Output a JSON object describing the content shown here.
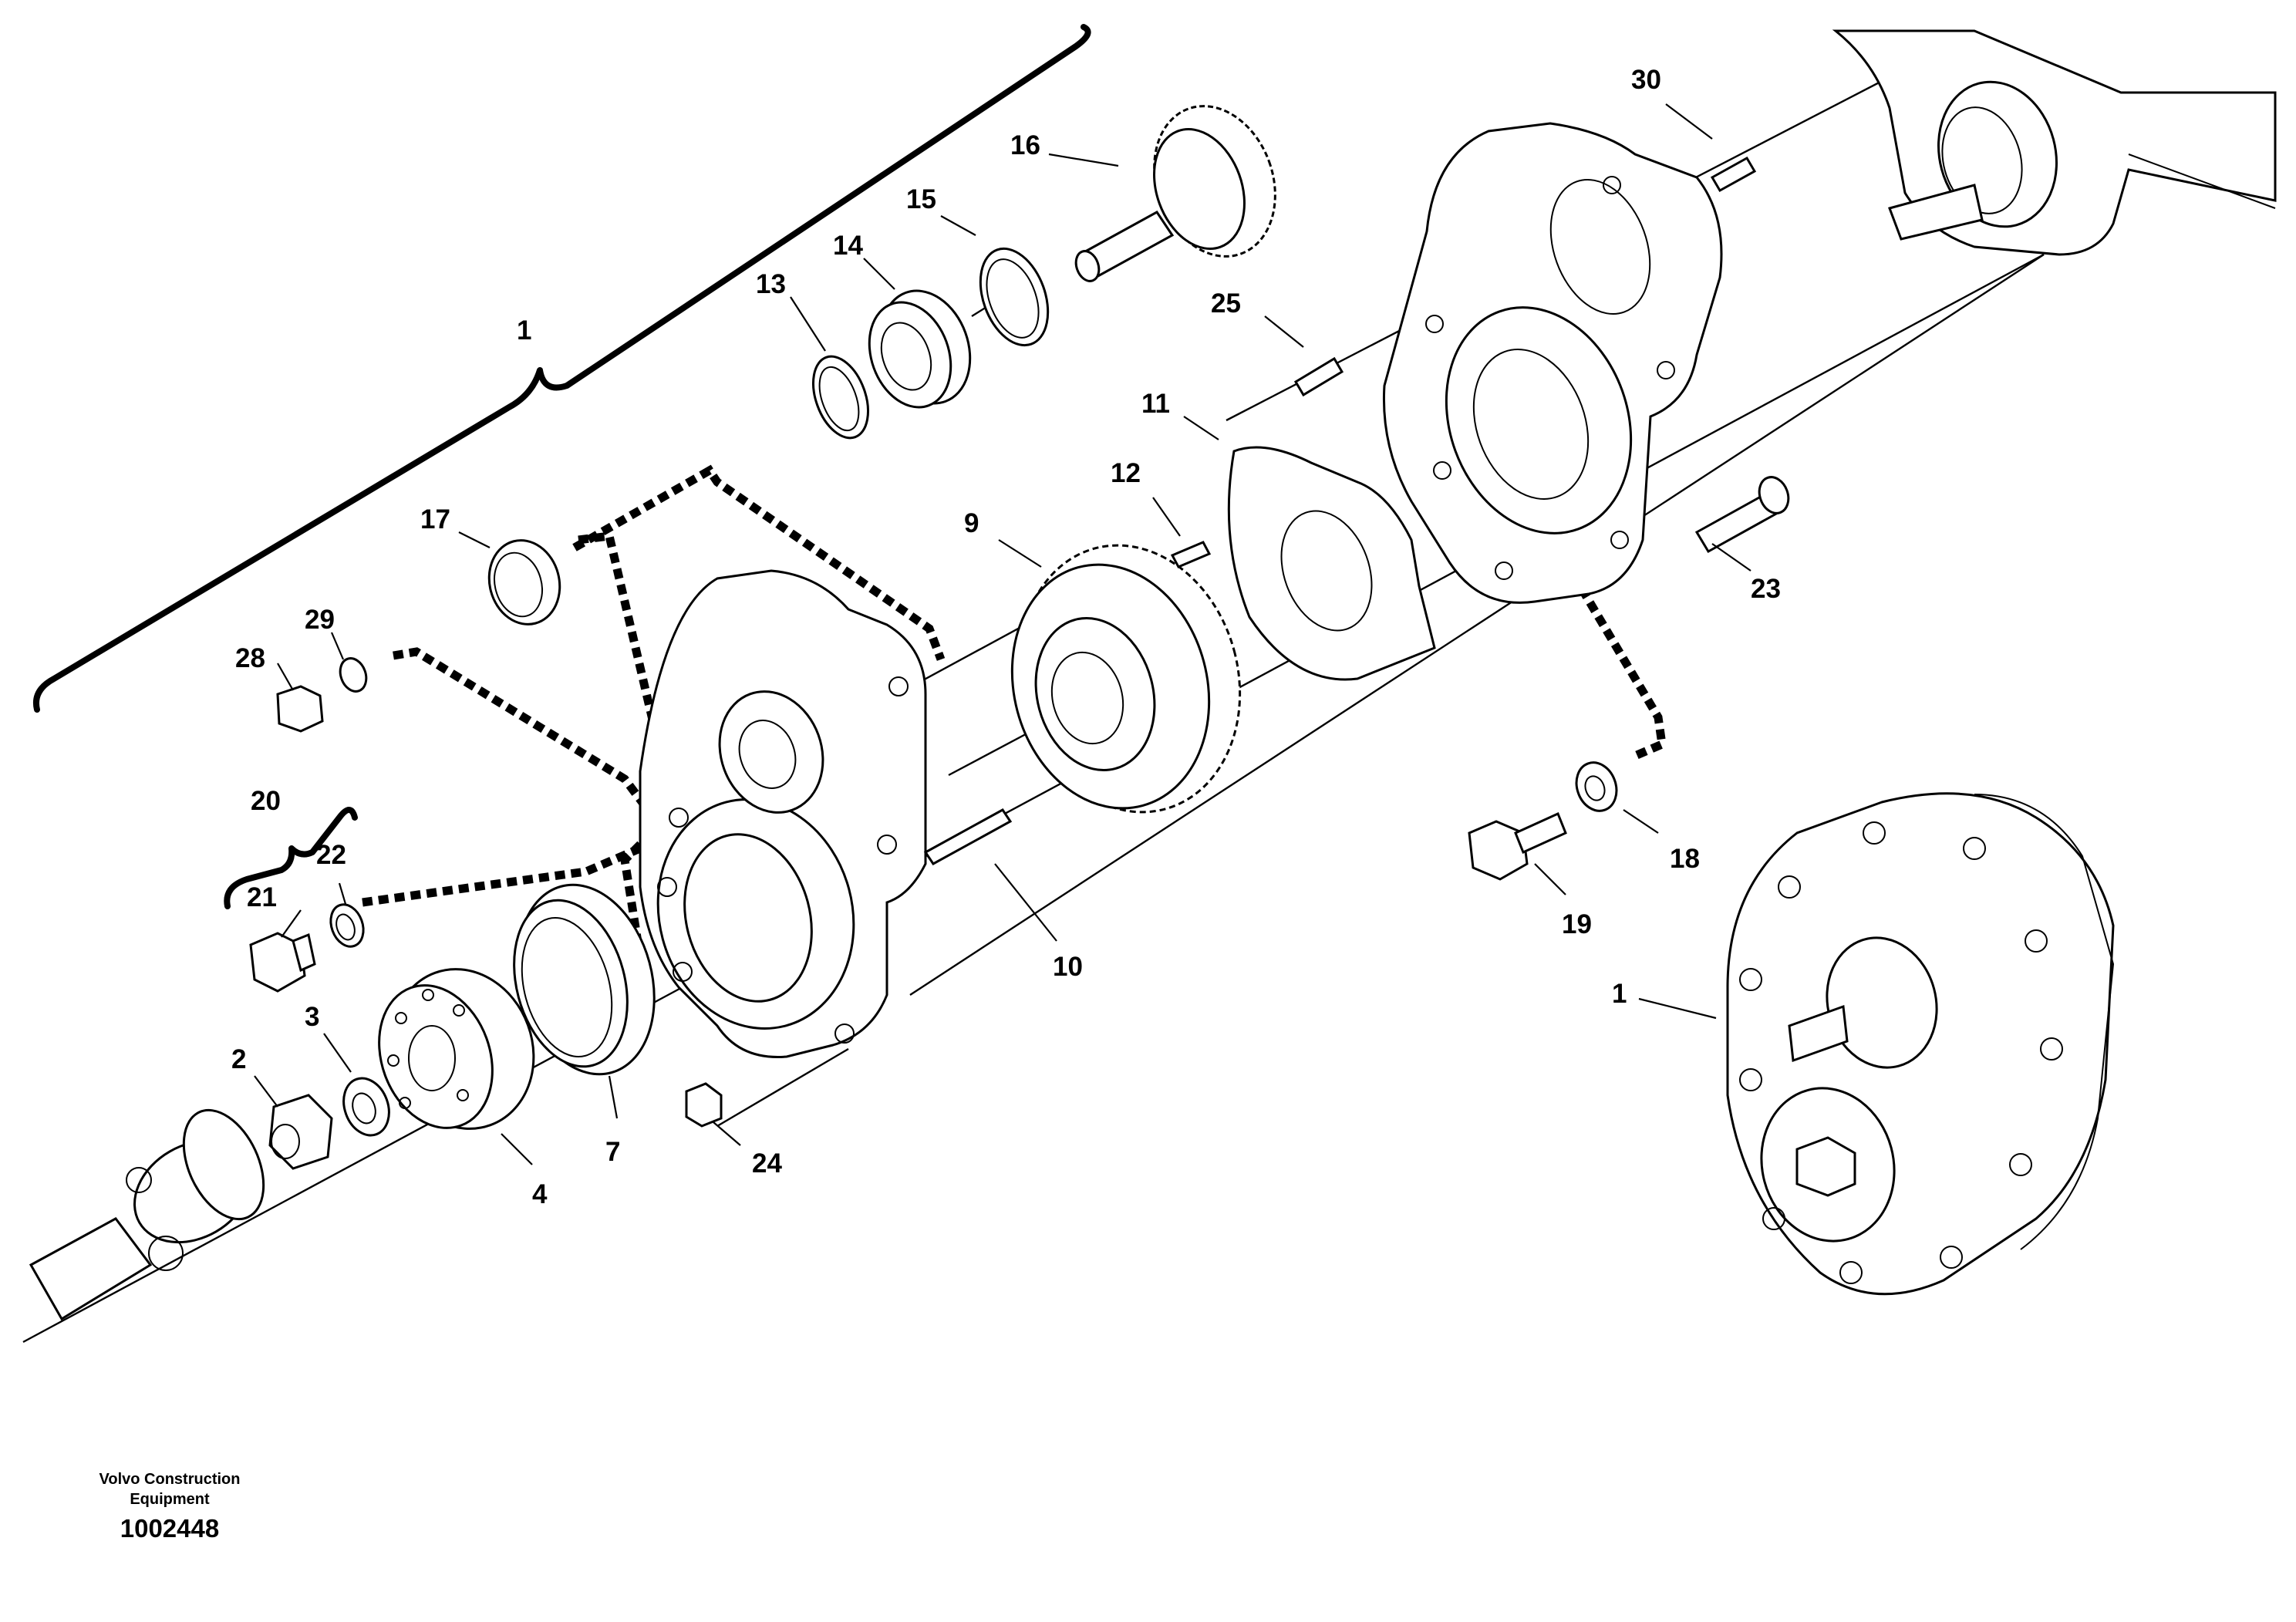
{
  "diagram": {
    "callouts": [
      {
        "id": "1",
        "text": "1"
      },
      {
        "id": "1b",
        "text": "1"
      },
      {
        "id": "2",
        "text": "2"
      },
      {
        "id": "3",
        "text": "3"
      },
      {
        "id": "4",
        "text": "4"
      },
      {
        "id": "7",
        "text": "7"
      },
      {
        "id": "9",
        "text": "9"
      },
      {
        "id": "10",
        "text": "10"
      },
      {
        "id": "11",
        "text": "11"
      },
      {
        "id": "12",
        "text": "12"
      },
      {
        "id": "13",
        "text": "13"
      },
      {
        "id": "14",
        "text": "14"
      },
      {
        "id": "15",
        "text": "15"
      },
      {
        "id": "16",
        "text": "16"
      },
      {
        "id": "17",
        "text": "17"
      },
      {
        "id": "18",
        "text": "18"
      },
      {
        "id": "19",
        "text": "19"
      },
      {
        "id": "20",
        "text": "20"
      },
      {
        "id": "21",
        "text": "21"
      },
      {
        "id": "22",
        "text": "22"
      },
      {
        "id": "23",
        "text": "23"
      },
      {
        "id": "24",
        "text": "24"
      },
      {
        "id": "25",
        "text": "25"
      },
      {
        "id": "28",
        "text": "28"
      },
      {
        "id": "29",
        "text": "29"
      },
      {
        "id": "30",
        "text": "30"
      }
    ]
  },
  "footer": {
    "manufacturer_line1": "Volvo Construction",
    "manufacturer_line2": "Equipment",
    "document_number": "1002448"
  }
}
